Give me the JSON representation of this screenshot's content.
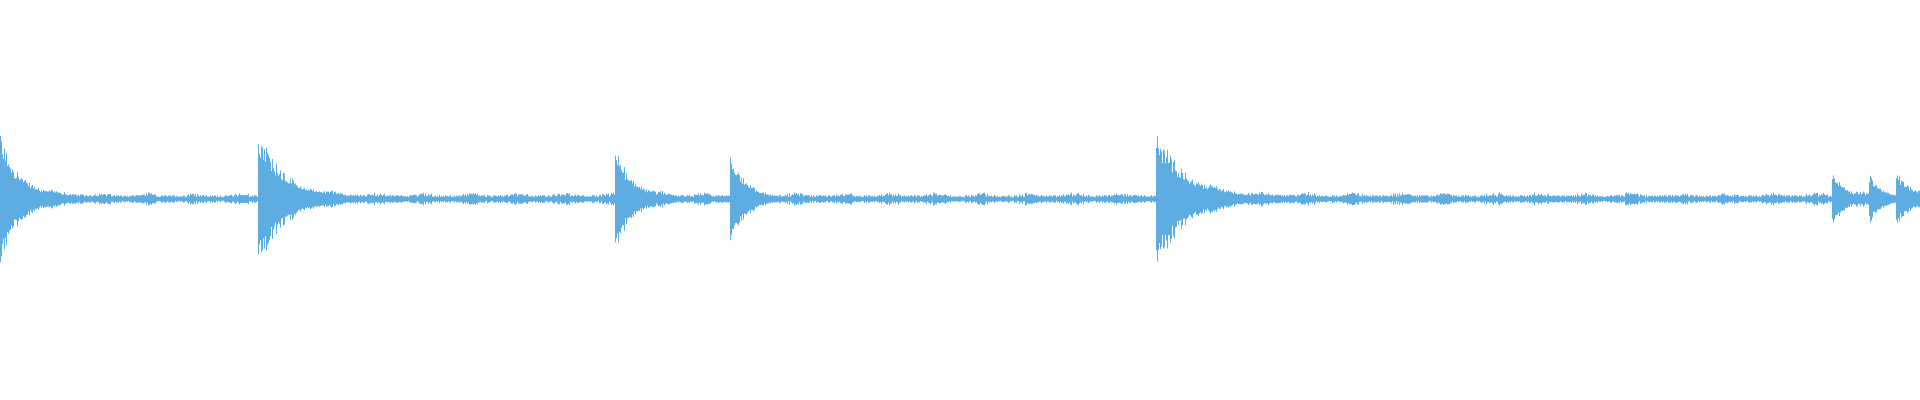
{
  "waveform": {
    "color": "#5dade2",
    "background": "#ffffff",
    "bursts": [
      {
        "t": 0.0,
        "amp": 0.9,
        "decay": 0.01
      },
      {
        "t": 0.135,
        "amp": 1.0,
        "decay": 0.012
      },
      {
        "t": 0.321,
        "amp": 0.7,
        "decay": 0.008
      },
      {
        "t": 0.381,
        "amp": 0.68,
        "decay": 0.006
      },
      {
        "t": 0.603,
        "amp": 1.0,
        "decay": 0.014
      },
      {
        "t": 0.955,
        "amp": 0.32,
        "decay": 0.006
      },
      {
        "t": 0.974,
        "amp": 0.32,
        "decay": 0.005
      },
      {
        "t": 0.988,
        "amp": 0.32,
        "decay": 0.006
      }
    ],
    "noise_floor": 0.06
  }
}
